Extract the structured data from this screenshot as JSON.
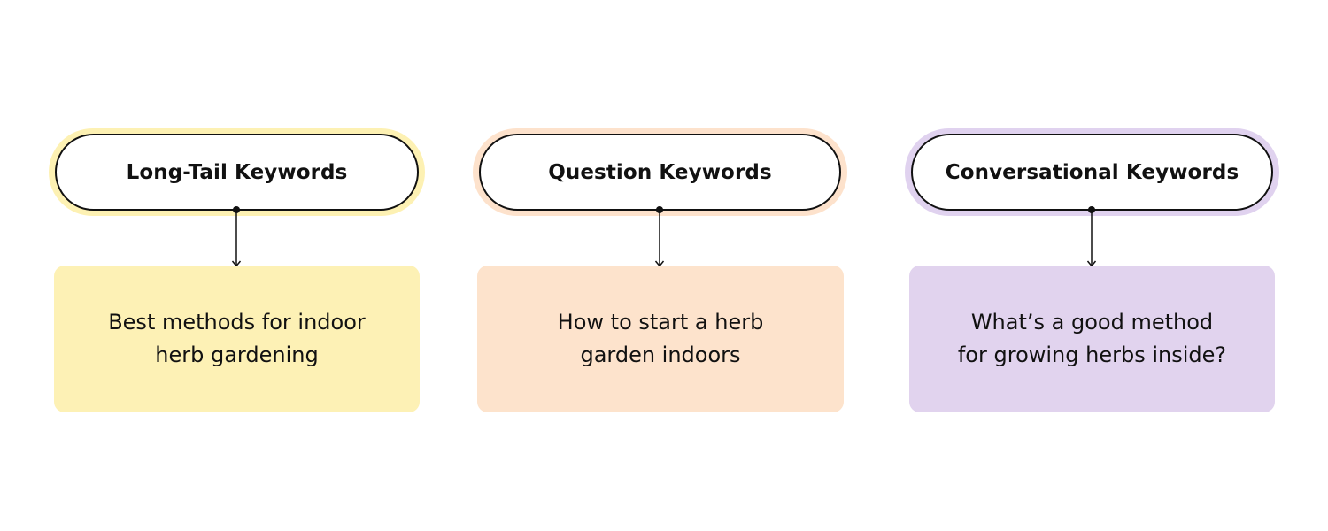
{
  "columns": [
    {
      "title": "Long-Tail Keywords",
      "example": "Best methods for indoor\nherb gardening",
      "halo_color": "#fdf1b3",
      "card_color": "#fdf1b5"
    },
    {
      "title": "Question Keywords",
      "example": "How to start a herb\ngarden indoors",
      "halo_color": "#fde2cc",
      "card_color": "#fde3cc"
    },
    {
      "title": "Conversational Keywords",
      "example": "What’s a good method\nfor growing herbs inside?",
      "halo_color": "#e0d2ef",
      "card_color": "#e1d3ee"
    }
  ]
}
